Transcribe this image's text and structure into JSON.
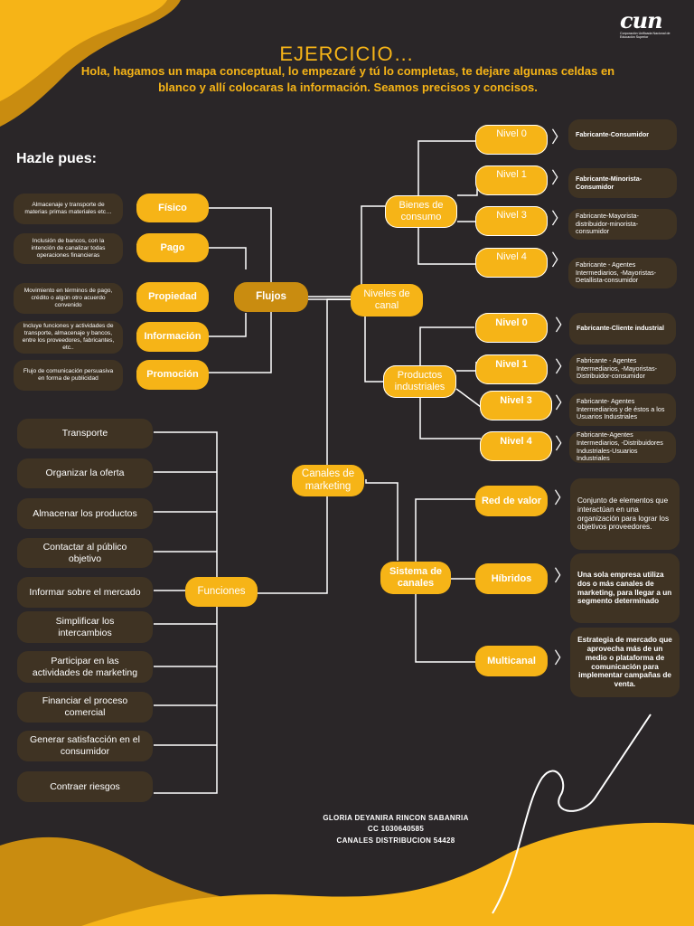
{
  "header": {
    "title": "EJERCICIO…",
    "subtitle": "Hola, hagamos un mapa conceptual, lo empezaré y tú lo completas, te dejare algunas celdas en blanco y allí colocaras la información. Seamos precisos y concisos.",
    "logo_text": "cun",
    "logo_caption": "Corporación Unificada Nacional de Educación Superior"
  },
  "hazle": "Hazle pues:",
  "center": "Canales de marketing",
  "flujos": {
    "label": "Flujos",
    "items": [
      {
        "label": "Físico",
        "desc": "Almacenaje y transporte de materias primas materiales etc…"
      },
      {
        "label": "Pago",
        "desc": "Inclusión de bancos, con la intención de canalizar todas operaciones financieras"
      },
      {
        "label": "Propiedad",
        "desc": "Movimiento en términos de pago, crédito o algún otro acuerdo convenido"
      },
      {
        "label": "Información",
        "desc": "Incluye funciones y actividades de transporte, almacenaje y bancos, entre los proveedores, fabricantes, etc.."
      },
      {
        "label": "Promoción",
        "desc": "Flujo de comunicación persuasiva en forma de publicidad"
      }
    ]
  },
  "funciones": {
    "label": "Funciones",
    "items": [
      "Transporte",
      "Organizar la oferta",
      "Almacenar los productos",
      "Contactar al público objetivo",
      "Informar sobre el mercado",
      "Simplificar los intercambios",
      "Participar en las actividades de marketing",
      "Financiar el proceso comercial",
      "Generar satisfacción en el consumidor",
      "Contraer riesgos"
    ]
  },
  "niveles": {
    "label": "Niveles de canal",
    "consumo": {
      "label": "Bienes de consumo",
      "levels": [
        {
          "label": "Nivel 0",
          "desc": "Fabricante-Consumidor"
        },
        {
          "label": "Nivel 1",
          "desc": "Fabricante-Minorista-Consumidor"
        },
        {
          "label": "Nivel 3",
          "desc": "Fabricante-Mayorista-distribuidor-minorista-consumidor"
        },
        {
          "label": "Nivel 4",
          "desc": "Fabricante - Agentes Intermediarios, -Mayoristas-Detallista-consumidor"
        }
      ]
    },
    "industriales": {
      "label": "Productos industriales",
      "levels": [
        {
          "label": "Nivel 0",
          "desc": "Fabricante-Cliente industrial"
        },
        {
          "label": "Nivel 1",
          "desc": "Fabricante - Agentes Intermediarios, -Mayoristas-Distribuidor-consumidor"
        },
        {
          "label": "Nivel 3",
          "desc": "Fabricante- Agentes Intermediarios y de éstos a los Usuarios Industriales"
        },
        {
          "label": "Nivel 4",
          "desc": "Fabricante-Agentes Intermediarios, -Distribuidores Industriales-Usuarios Industriales"
        }
      ]
    }
  },
  "sistema": {
    "label": "Sistema de canales",
    "items": [
      {
        "label": "Red de valor",
        "desc": "Conjunto de elementos que interactúan en una organización para lograr los objetivos proveedores."
      },
      {
        "label": "Híbridos",
        "desc": "Una sola empresa utiliza dos o más canales de marketing, para llegar a un segmento determinado"
      },
      {
        "label": "Multicanal",
        "desc": "Estrategia de mercado que aprovecha más de un medio o plataforma de comunicación para implementar campañas de venta."
      }
    ]
  },
  "footer": [
    "GLORIA DEYANIRA RINCON SABANRIA",
    "CC 1030640585",
    "CANALES DISTRIBUCION 54428"
  ],
  "colors": {
    "background": "#2a2628",
    "accent": "#f6b417",
    "box": "#3f3323",
    "line": "#ffffff"
  }
}
